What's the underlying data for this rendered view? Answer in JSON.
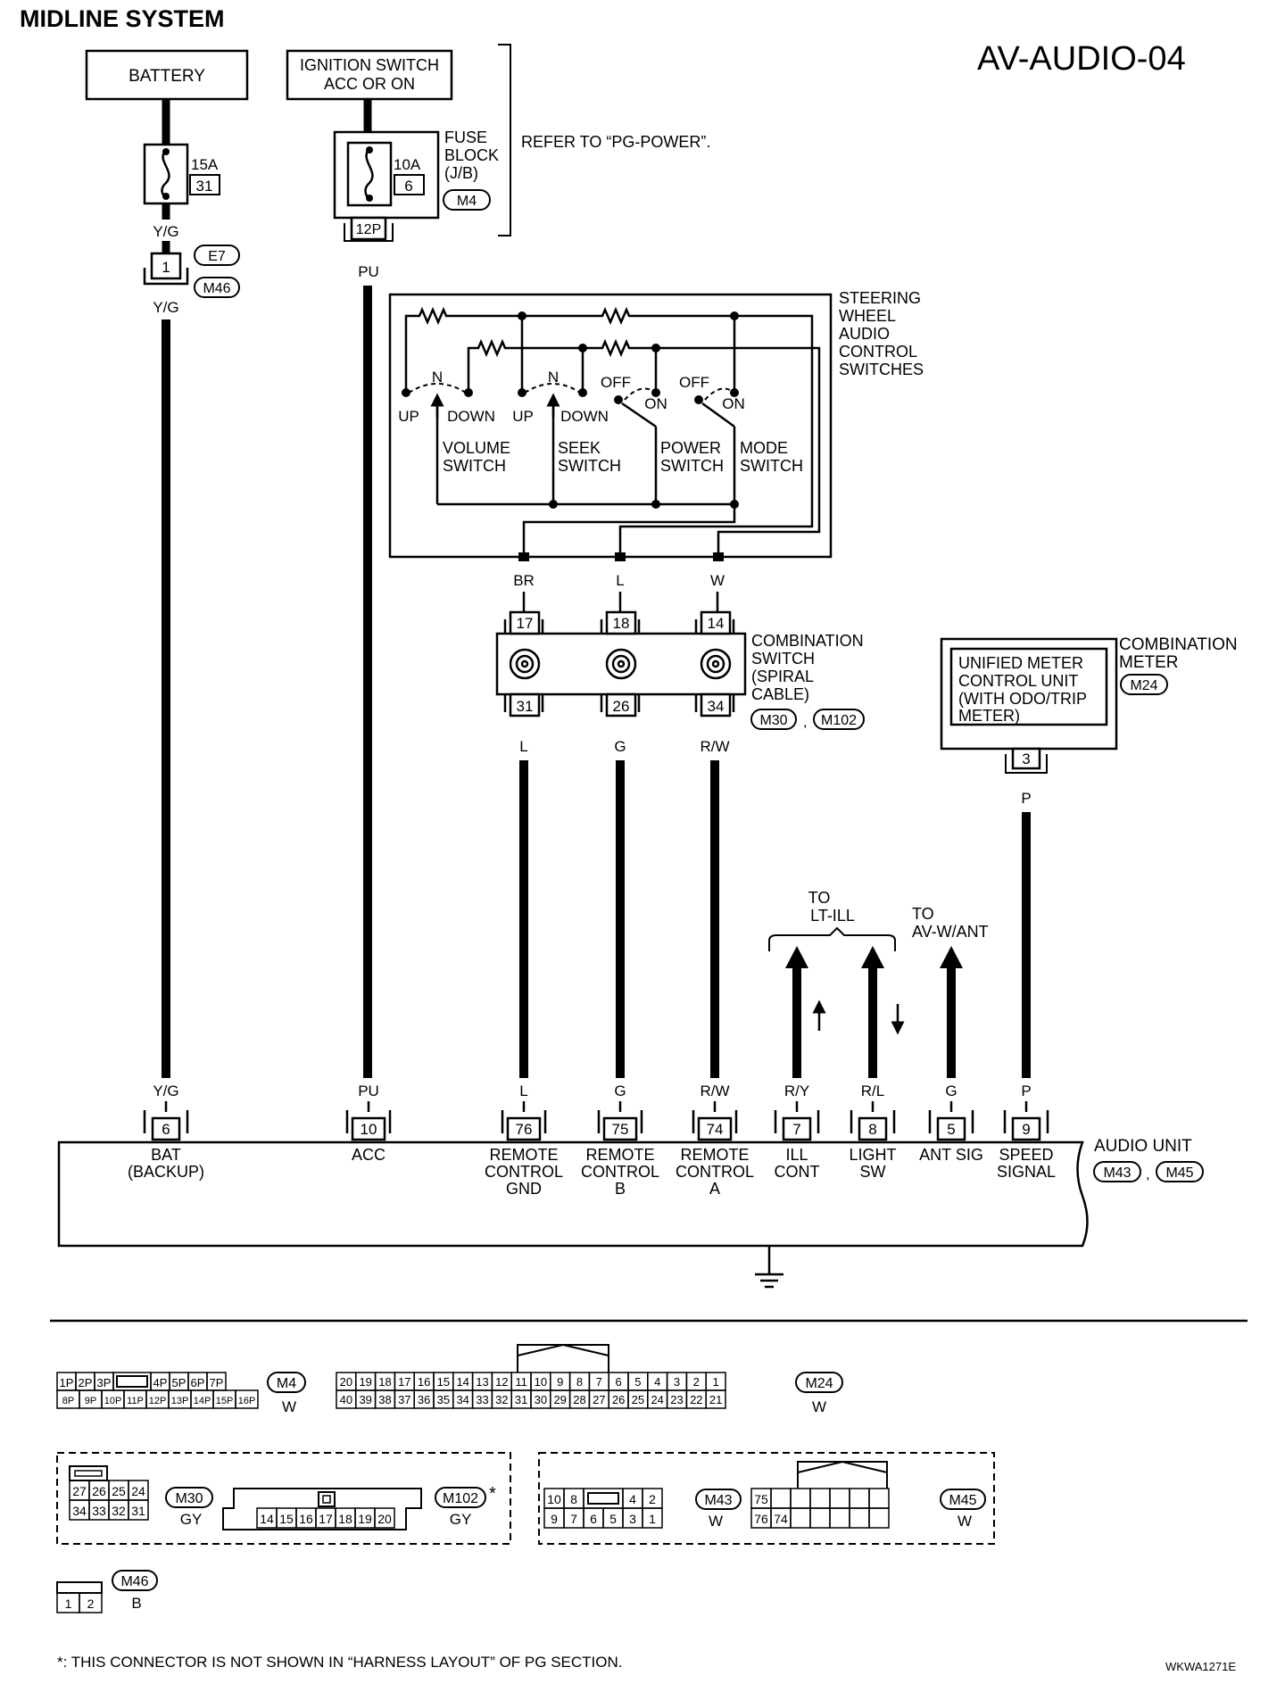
{
  "header": {
    "title": "MIDLINE SYSTEM",
    "code": "AV-AUDIO-04"
  },
  "battery": {
    "label": "BATTERY",
    "fuse_amp": "15A",
    "fuse_no": "31",
    "wire_top": "Y/G",
    "conn_pin": "1",
    "conn_e7": "E7",
    "conn_m46": "M46",
    "wire_bottom": "Y/G"
  },
  "ignition": {
    "line1": "IGNITION SWITCH",
    "line2": "ACC OR ON",
    "fuse_amp": "10A",
    "fuse_no": "6",
    "fuse_block1": "FUSE",
    "fuse_block2": "BLOCK",
    "fuse_block3": "(J/B)",
    "conn": "M4",
    "pin": "12P",
    "wire": "PU",
    "refer": "REFER TO “PG-POWER”."
  },
  "steering": {
    "title": [
      "STEERING",
      "WHEEL",
      "AUDIO",
      "CONTROL",
      "SWITCHES"
    ],
    "n1": "N",
    "up1": "UP",
    "down1": "DOWN",
    "n2": "N",
    "up2": "UP",
    "down2": "DOWN",
    "off1": "OFF",
    "on1": "ON",
    "off2": "OFF",
    "on2": "ON",
    "vol1": "VOLUME",
    "vol2": "SWITCH",
    "seek1": "SEEK",
    "seek2": "SWITCH",
    "pow1": "POWER",
    "pow2": "SWITCH",
    "mode1": "MODE",
    "mode2": "SWITCH",
    "wire_a": "BR",
    "wire_b": "L",
    "wire_c": "W"
  },
  "combo_switch": {
    "title": [
      "COMBINATION",
      "SWITCH",
      "(SPIRAL",
      "CABLE)"
    ],
    "top_pins": [
      "17",
      "18",
      "14"
    ],
    "bottom_pins": [
      "31",
      "26",
      "34"
    ],
    "conn1": "M30",
    "conn2": "M102",
    "sep": ","
  },
  "wires_mid": [
    "L",
    "G",
    "R/W"
  ],
  "meter": {
    "inner": [
      "UNIFIED METER",
      "CONTROL UNIT",
      "(WITH ODO/TRIP",
      "METER)"
    ],
    "title": [
      "COMBINATION",
      "METER"
    ],
    "conn": "M24",
    "pin": "3",
    "wire": "P"
  },
  "to_lt": {
    "l1": "TO",
    "l2": "LT-ILL"
  },
  "to_av": {
    "l1": "TO",
    "l2": "AV-W/ANT"
  },
  "audio": {
    "title": "AUDIO UNIT",
    "conn1": "M43",
    "conn2": "M45",
    "sep": ",",
    "wires": [
      "Y/G",
      "PU",
      "L",
      "G",
      "R/W",
      "R/Y",
      "R/L",
      "G",
      "P"
    ],
    "pins": [
      "6",
      "10",
      "76",
      "75",
      "74",
      "7",
      "8",
      "5",
      "9"
    ],
    "labels": [
      [
        "BAT",
        "(BACKUP)"
      ],
      [
        "ACC"
      ],
      [
        "REMOTE",
        "CONTROL",
        "GND"
      ],
      [
        "REMOTE",
        "CONTROL",
        "B"
      ],
      [
        "REMOTE",
        "CONTROL",
        "A"
      ],
      [
        "ILL",
        "CONT"
      ],
      [
        "LIGHT",
        "SW"
      ],
      [
        "ANT SIG"
      ],
      [
        "SPEED",
        "SIGNAL"
      ]
    ]
  },
  "connectors": {
    "m4": {
      "name": "M4",
      "color": "W",
      "row1": [
        "1P",
        "2P",
        "3P",
        "",
        "4P",
        "5P",
        "6P",
        "7P"
      ],
      "row2": [
        "8P",
        "9P",
        "10P",
        "11P",
        "12P",
        "13P",
        "14P",
        "15P",
        "16P"
      ]
    },
    "m24": {
      "name": "M24",
      "color": "W",
      "row1": [
        "20",
        "19",
        "18",
        "17",
        "16",
        "15",
        "14",
        "13",
        "12",
        "11",
        "10",
        "9",
        "8",
        "7",
        "6",
        "5",
        "4",
        "3",
        "2",
        "1"
      ],
      "row2": [
        "40",
        "39",
        "38",
        "37",
        "36",
        "35",
        "34",
        "33",
        "32",
        "31",
        "30",
        "29",
        "28",
        "27",
        "26",
        "25",
        "24",
        "23",
        "22",
        "21"
      ]
    },
    "m30": {
      "name": "M30",
      "color": "GY",
      "row1": [
        "27",
        "26",
        "25",
        "24"
      ],
      "row2": [
        "34",
        "33",
        "32",
        "31"
      ]
    },
    "m102": {
      "name": "M102",
      "color": "GY",
      "pins": [
        "14",
        "15",
        "16",
        "17",
        "18",
        "19",
        "20"
      ],
      "star": "*"
    },
    "m43": {
      "name": "M43",
      "color": "W",
      "row1": [
        "10",
        "8",
        "",
        "4",
        "2"
      ],
      "row2": [
        "9",
        "7",
        "6",
        "5",
        "3",
        "1"
      ]
    },
    "m45": {
      "name": "M45",
      "color": "W",
      "row1": [
        "75"
      ],
      "row2": [
        "76",
        "74"
      ]
    },
    "m46": {
      "name": "M46",
      "color": "B",
      "pins": [
        "1",
        "2"
      ]
    }
  },
  "footnote": "*: THIS CONNECTOR IS NOT SHOWN IN “HARNESS LAYOUT” OF PG SECTION.",
  "ref_code": "WKWA1271E"
}
